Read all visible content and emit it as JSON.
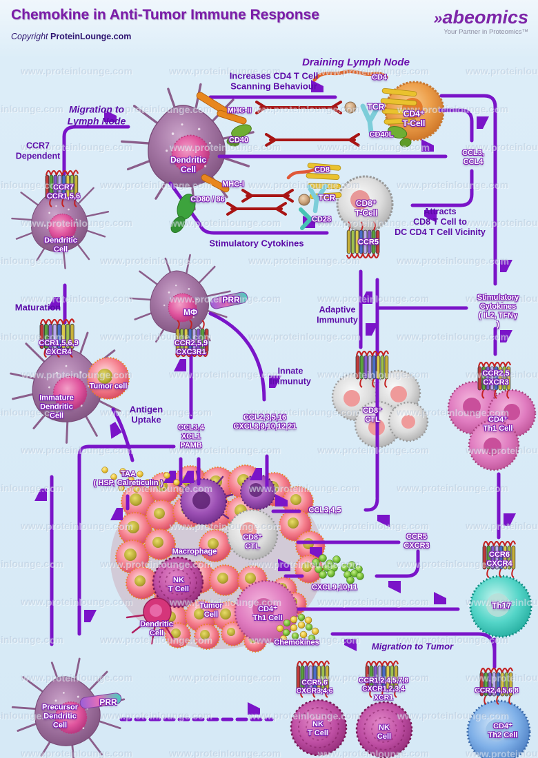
{
  "header": {
    "title": "Chemokine in Anti-Tumor Immune Response",
    "copyright_prefix": "Copyright",
    "copyright_site": "ProteinLounge.com",
    "logo_mark": "»",
    "logo_text": "abeomics",
    "logo_tagline": "Your Partner in Proteomics™"
  },
  "watermark": {
    "text": "www.proteinlounge.com"
  },
  "colors": {
    "background": "#d6e9f6",
    "arrow_purple": "#7a14c8",
    "arrow_red": "#a81414",
    "label_purple": "#5c0ca8",
    "title_purple": "#7b1da8"
  },
  "labels": {
    "draining_lymph_node": "Draining Lymph Node",
    "increases_scanning": "Increases CD4 T Cell\nScanning Behaviour",
    "migration_lymph": "Migration to\nLymph Node",
    "ccr7_dependent": "CCR7\nDependent",
    "maturation": "Maturation",
    "antigen_uptake": "Antigen\nUptake",
    "adaptive_immunity": "Adaptive\nImmunuty",
    "innate_immunity": "Innate\nImmunuty",
    "attracts": "Attracts\nCD8 T Cell to\nDC CD4 T Cell Vicinity",
    "stimulatory_cytokines": "Stimulatory Cytokines",
    "stimulatory_cytokines_il2": "Stimulatory\nCytokines\n( IL2, TFNγ )",
    "migration_tumor": "Migration to Tumor",
    "cd4": "CD4",
    "tcr_top": "TCR",
    "mhc2": "MHC-II",
    "cd40": "CD40",
    "cd40l": "CD40L",
    "cd4_tcell": "CD4⁺\nT-Cell",
    "ccl3_ccl4": "CCL3,\nCCL4",
    "cd8": "CD8",
    "mhc1": "MHC-I",
    "cd80_86": "CD80 / 86",
    "tcr_bottom": "TCR",
    "cd28": "CD28",
    "cd8_tcell": "CD8⁺\nT-Cell",
    "ccr5": "CCR5",
    "ccr7_ccr156": "CCR7\nCCR1,5,6",
    "dendritic_left": "Dendritic\nCell",
    "dendritic_center": "Dendritic\nCell",
    "m_phi": "MΦ",
    "prr_top": "PRR",
    "ccr259_cxc3r1": "CCR2,5,9\nCXC3R1",
    "ccr1569_cxcr4": "CCR1,5,6,9\nCXCR4",
    "immature_dc": "Immature\nDendritic\nCell",
    "tumor_cell_small": "Tumor cell",
    "taa_hsp": "TAA\n( HSP, Calreticulin )",
    "ccl34_xcl1_pamb": "CCL3,4\nXCL1\nPAMB",
    "ccl23516": "CCL2,3,5,16\nCXCL8,9,10,12,21",
    "cd8_ctl": "CD8⁺\nCTL",
    "ccr25_cxcr3": "CCR2,5\nCXCR3",
    "cd4_th1": "CD4⁺\nTh1 Cell",
    "ccl345": "CCL3,4,5",
    "ccr5_cxcr3": "CCR5\nCXCR3",
    "cxcl91011": "CXCL9,10,11",
    "macrophage": "Macrophage",
    "nk_tcell_tumor": "NK\nT Cell",
    "tumor_cell_big": "Tumor\nCell",
    "dendritic_tumor": "Dendritic\nCell",
    "cd8_ctl_tumor": "CD8⁺\nCTL",
    "cd4_th1_tumor": "CD4⁺\nTh1 Cell",
    "chemokines": "Chemokines",
    "ccr6_cxcr4": "CCR6\nCXCR4",
    "th17": "Th17",
    "precursor_dc": "Precursor\nDendritic\nCell",
    "prr_bottom": "PRR",
    "nkt_receptors": "CCR5,6\nCXCR3,4,6",
    "nk_t_cell": "NK\nT Cell",
    "nk_receptors": "CCR1,2,4,5,7,8\nCXCR1,2,3,4\nXCR1",
    "nk_cell": "NK\nCell",
    "th2_receptors": "CCR2,4,5,6,8",
    "cd4_th2": "CD4⁺\nTh2 Cell"
  }
}
